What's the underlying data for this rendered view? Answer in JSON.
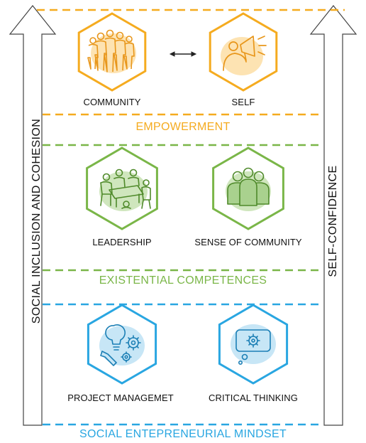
{
  "axes": {
    "left_label": "SOCIAL INCLUSION AND COHESION",
    "right_label": "SELF-CONFIDENCE"
  },
  "tiers": [
    {
      "label": "EMPOWERMENT",
      "color": "#f5ab1f",
      "items": [
        {
          "label": "COMMUNITY",
          "icon": "group-of-people-icon"
        },
        {
          "label": "SELF",
          "icon": "person-with-megaphone-icon"
        }
      ],
      "connector_icon": "double-arrow-icon"
    },
    {
      "label": "EXISTENTIAL COMPETENCES",
      "color": "#7ab648",
      "items": [
        {
          "label": "LEADERSHIP",
          "icon": "meeting-table-icon"
        },
        {
          "label": "SENSE OF COMMUNITY",
          "icon": "three-people-icon"
        }
      ]
    },
    {
      "label": "SOCIAL ENTEPRENEURIAL MINDSET",
      "color": "#29a6e1",
      "items": [
        {
          "label": "PROJECT MANAGEMET",
          "icon": "lightbulb-gears-wrench-icon"
        },
        {
          "label": "CRITICAL THINKING",
          "icon": "screen-gear-thought-icon"
        }
      ]
    }
  ]
}
